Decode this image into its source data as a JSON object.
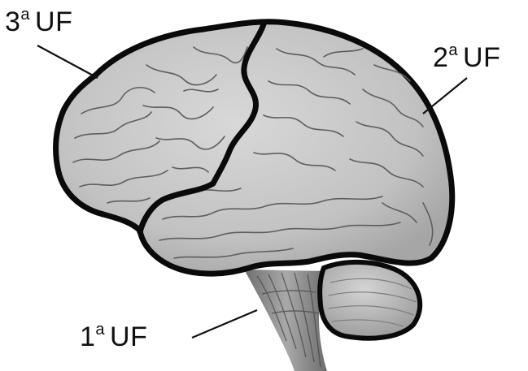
{
  "labels": [
    {
      "number": "3",
      "ordinal": "a",
      "unit": "UF"
    },
    {
      "number": "2",
      "ordinal": "a",
      "unit": "UF"
    },
    {
      "number": "1",
      "ordinal": "a",
      "unit": "UF"
    }
  ],
  "colors": {
    "outline": "#0a0a0a",
    "cortex": "#c9c9c9",
    "cortex_shadow": "#9e9e9e",
    "cerebellum": "#c2c2c2",
    "brainstem": "#8f8f8f",
    "pointer": "#111111"
  }
}
